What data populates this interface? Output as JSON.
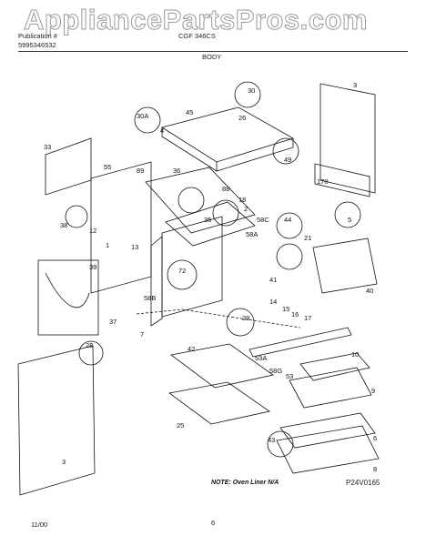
{
  "watermark": "AppliancePartsPros.com",
  "header": {
    "model_line1": "Publication #",
    "model_line2": "5995346532",
    "model_center": "CGF 346CS",
    "section_title": "BODY"
  },
  "callouts": [
    "3",
    "30",
    "45",
    "30A",
    "4",
    "26",
    "49",
    "33",
    "55",
    "89",
    "36",
    "88",
    "18",
    "2",
    "58C",
    "44",
    "170",
    "5",
    "38",
    "12",
    "35",
    "58A",
    "21",
    "1",
    "13",
    "72",
    "39",
    "41",
    "40",
    "14",
    "15",
    "16",
    "17",
    "58B",
    "37",
    "7",
    "29",
    "53A",
    "10",
    "58G",
    "53",
    "28",
    "42",
    "9",
    "25",
    "43",
    "6",
    "3",
    "8"
  ],
  "note": "NOTE: Oven Liner N/A",
  "figure_code": "P24V0165",
  "footer": {
    "date": "11/00",
    "page": "6"
  },
  "colors": {
    "ink": "#111111",
    "watermark": "#9a9a9a"
  }
}
